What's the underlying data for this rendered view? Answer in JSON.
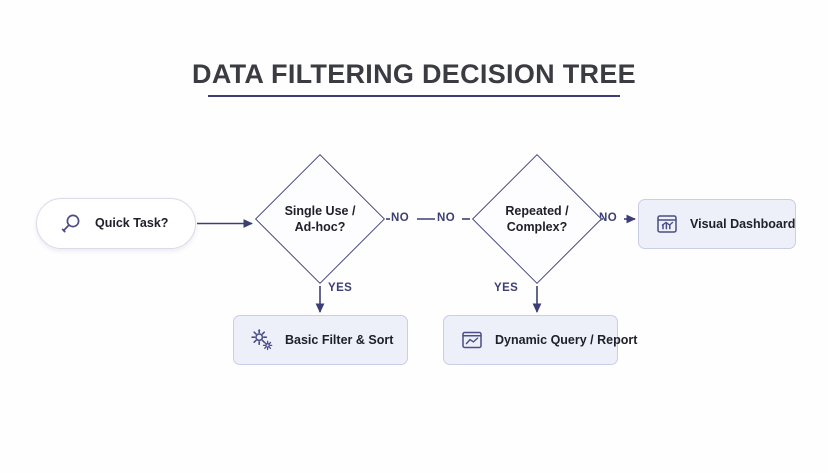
{
  "title": {
    "text": "DATA FILTERING DECISION TREE"
  },
  "nodes": {
    "start": {
      "label": "Quick Task?",
      "icon": "magnifier-icon",
      "shape": "pill"
    },
    "decision_1": {
      "label_line_1": "Single Use /",
      "label_line_2": "Ad-hoc?",
      "shape": "diamond"
    },
    "decision_2": {
      "label_line_1": "Repeated /",
      "label_line_2": "Complex?",
      "shape": "diamond"
    },
    "result_dashboard": {
      "label": "Visual Dashboard",
      "icon": "chart-window-icon",
      "shape": "rounded-rect"
    },
    "result_basic": {
      "label": "Basic Filter & Sort",
      "icon": "gears-icon",
      "shape": "rounded-rect"
    },
    "result_dynamic": {
      "label": "Dynamic Query / Report",
      "icon": "line-chart-frame-icon",
      "shape": "rounded-rect"
    }
  },
  "edges": {
    "no_1": "NO",
    "no_2": "NO",
    "no_3": "NO",
    "yes_1": "YES",
    "yes_2": "YES"
  },
  "colors": {
    "background": "#fefeff",
    "title_text": "#3b3b42",
    "title_rule": "#3d3f74",
    "connector": "#3d3f74",
    "diamond_border": "#474a7e",
    "diamond_fill": "#fdfdff",
    "box_fill": "#eef0f9",
    "box_border": "#c9cde6",
    "pill_fill": "#ffffff",
    "pill_border": "#d9dbe9",
    "node_text": "#20202a",
    "icon": "#4b4e86",
    "edge_label": "#3d3f74"
  }
}
